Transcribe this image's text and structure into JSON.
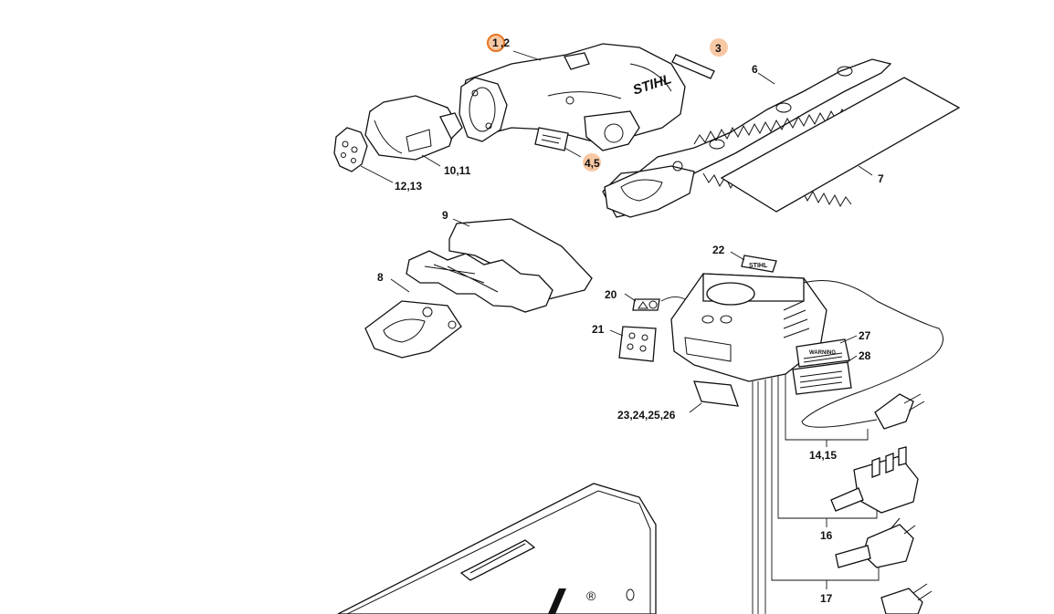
{
  "highlight_colors": {
    "selected_ring": "#e8741e",
    "hotspot_fill": "#f8c8a4"
  },
  "callouts": {
    "c1": "1",
    "c2": ",2",
    "c3": "3",
    "c4": "4,5",
    "c6": "6",
    "c7": "7",
    "c8": "8",
    "c9": "9",
    "c10": "10,11",
    "c12": "12,13",
    "c14": "14,15",
    "c16": "16",
    "c17": "17",
    "c20": "20",
    "c21": "21",
    "c22": "22",
    "c23": "23,24,25,26",
    "c27": "27",
    "c28": "28"
  },
  "product_labels": {
    "brand": "STIHL",
    "warning": "WARNING",
    "registered": "®"
  }
}
